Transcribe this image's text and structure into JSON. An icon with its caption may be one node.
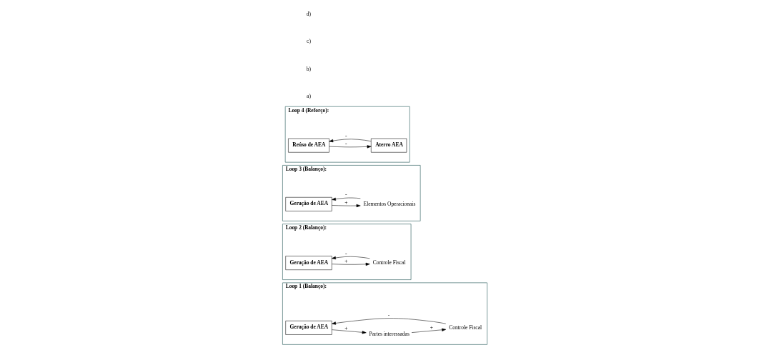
{
  "diagram": {
    "nodes": [
      {
        "text": [
          "Loop 1 (Balanço):"
        ]
      },
      {
        "text": [
          "Geração de AEA"
        ],
        "in": 0
      },
      {
        "text": [
          "Partes interessadas"
        ],
        "in": 0
      },
      {
        "text": [
          "Controle Fiscal"
        ],
        "in": 0
      },
      {
        "text": [
          "Loop 2 (Balanço):"
        ]
      },
      {
        "text": [
          "Geração de AEA"
        ],
        "in": 4
      },
      {
        "text": [
          "Controle Fiscal"
        ],
        "in": 4
      },
      {
        "text": [
          "Loop 3 (Balanço):"
        ]
      },
      {
        "text": [
          "Geração de AEA"
        ],
        "in": 7
      },
      {
        "text": [
          "Elementos Operacionais"
        ],
        "in": 7
      },
      {
        "text": [
          "Loop 4 (Reforço):"
        ]
      },
      {
        "text": [
          "Reúso de AEA"
        ],
        "in": 10
      },
      {
        "text": [
          "Aterro AEA"
        ],
        "in": 10
      }
    ],
    "edges": [
      {
        "from": 1,
        "to": 2,
        "arrow": "to",
        "label": "+"
      },
      {
        "from": 2,
        "to": 3,
        "arrow": "to",
        "label": "+"
      },
      {
        "from": 3,
        "to": 1,
        "arrow": "to",
        "label": "-"
      },
      {
        "from": 5,
        "to": 6,
        "arrow": "to",
        "label": "+"
      },
      {
        "from": 6,
        "to": 5,
        "arrow": "to",
        "label": "-"
      },
      {
        "from": 8,
        "to": 9,
        "arrow": "to",
        "label": "+"
      },
      {
        "from": 9,
        "to": 8,
        "arrow": "to",
        "label": "-"
      },
      {
        "from": 11,
        "to": 12,
        "arrow": "to",
        "label": "-"
      },
      {
        "from": 12,
        "to": 11,
        "arrow": "to",
        "label": "-"
      }
    ],
    "labels": [
      "a)",
      "b)",
      "c)",
      "d)"
    ]
  }
}
